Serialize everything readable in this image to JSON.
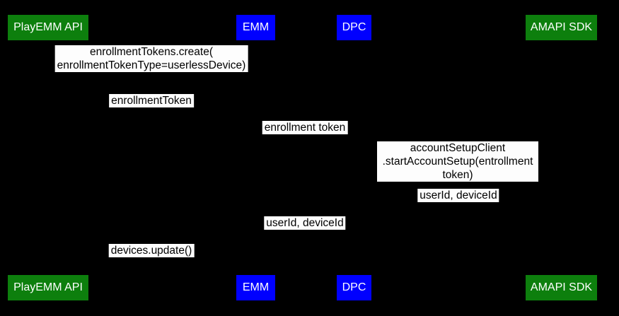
{
  "diagram": {
    "background": "#000000",
    "label_background": "#fdfdfd",
    "label_text_color": "#000000",
    "actor_text_color": "#ffffff",
    "actor_colors": {
      "green": "#0d7f0d",
      "blue": "#0000ff"
    },
    "actors": [
      {
        "label": "PlayEMM API",
        "color": "#0d7f0d"
      },
      {
        "label": "EMM",
        "color": "#0000ff"
      },
      {
        "label": "DPC",
        "color": "#0000ff"
      },
      {
        "label": "AMAPI SDK",
        "color": "#0d7f0d"
      }
    ],
    "messages": [
      {
        "text": "enrollmentTokens.create(\nenrollmentTokenType=userlessDevice)"
      },
      {
        "text": "enrollmentToken"
      },
      {
        "text": "enrollment token"
      },
      {
        "text": "accountSetupClient\n.startAccountSetup(entrollment token)"
      },
      {
        "text": "userId, deviceId"
      },
      {
        "text": "userId, deviceId"
      },
      {
        "text": "devices.update()"
      }
    ]
  }
}
